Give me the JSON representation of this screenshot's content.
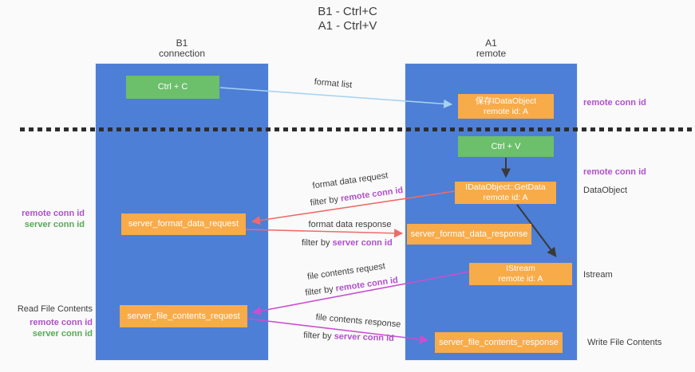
{
  "title": {
    "line1": "B1 - Ctrl+C",
    "line2": "A1 - Ctrl+V"
  },
  "columns": {
    "left": {
      "title": "B1",
      "subtitle": "connection"
    },
    "right": {
      "title": "A1",
      "subtitle": "remote"
    }
  },
  "nodes": {
    "ctrl_c": {
      "label": "Ctrl + C"
    },
    "save_dataobject": {
      "line1": "保存IDataObject",
      "line2": "remote id: A"
    },
    "ctrl_v": {
      "label": "Ctrl + V"
    },
    "getdata": {
      "line1": "IDataObject::GetData",
      "line2": "remote id: A"
    },
    "format_request": {
      "label": "server_format_data_request"
    },
    "format_response": {
      "label": "server_format_data_response"
    },
    "istream": {
      "line1": "IStream",
      "line2": "remote id: A"
    },
    "file_request": {
      "label": "server_file_contents_request"
    },
    "file_response": {
      "label": "server_file_contents_response"
    }
  },
  "edge_labels": {
    "format_list": "format list",
    "format_request": {
      "text": "format data request",
      "filter_prefix": "filter by ",
      "filter_key": "remote conn id"
    },
    "format_response": {
      "text": "format data response",
      "filter_prefix": "filter by ",
      "filter_key": "server conn id"
    },
    "file_request": {
      "text": "file contents request",
      "filter_prefix": "filter by ",
      "filter_key": "remote conn id"
    },
    "file_response": {
      "text": "file contents response",
      "filter_prefix": "filter by ",
      "filter_key": "server conn id"
    }
  },
  "annotations": {
    "left_mid": {
      "remote": "remote conn id",
      "server": "server conn id"
    },
    "left_bottom": {
      "title": "Read File Contents",
      "remote": "remote conn id",
      "server": "server conn id"
    },
    "right_top": {
      "remote": "remote conn id"
    },
    "right_mid": {
      "remote": "remote conn id",
      "object": "DataObject"
    },
    "right_istream": "Istream",
    "right_bottom": "Write File Contents"
  },
  "colors": {
    "lifeline_blue": "#4d7fd6",
    "node_orange": "#f8ab49",
    "node_green": "#6cbf6b",
    "conn_purple": "#b050cc",
    "conn_green": "#55ab55",
    "arrow_blue": "#a6d2f2",
    "arrow_red": "#ef6b6b",
    "arrow_magenta": "#ca4fd0",
    "arrow_black": "#3a3a3a",
    "background": "#fafafa"
  }
}
